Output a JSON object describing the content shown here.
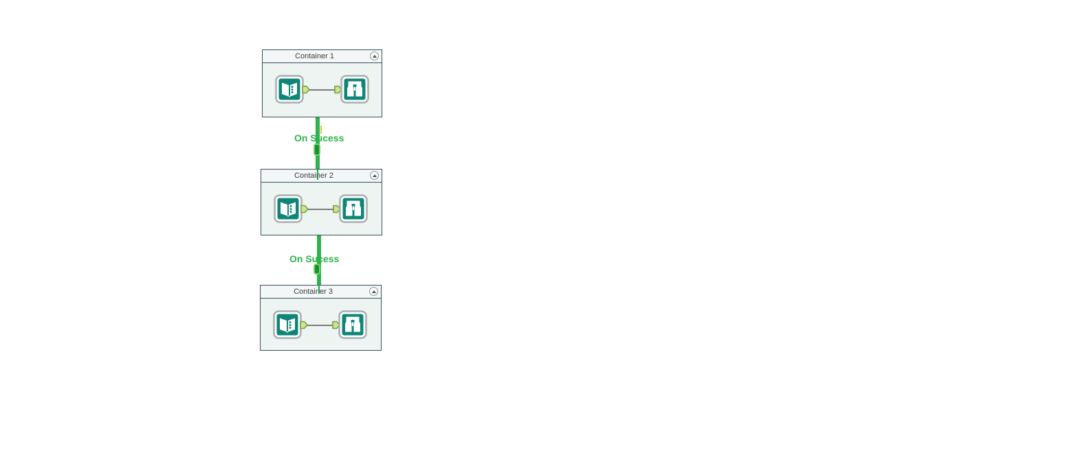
{
  "canvas": {
    "background": "#ffffff"
  },
  "containers": [
    {
      "title": "Container 1",
      "collapse_icon": "chevron-up",
      "tools": [
        {
          "name": "Input Data",
          "icon": "input-data-book-icon"
        },
        {
          "name": "Browse",
          "icon": "browse-binoculars-icon"
        }
      ]
    },
    {
      "title": "Container 2",
      "collapse_icon": "chevron-up",
      "tools": [
        {
          "name": "Input Data",
          "icon": "input-data-book-icon"
        },
        {
          "name": "Browse",
          "icon": "browse-binoculars-icon"
        }
      ]
    },
    {
      "title": "Container 3",
      "collapse_icon": "chevron-up",
      "tools": [
        {
          "name": "Input Data",
          "icon": "input-data-book-icon"
        },
        {
          "name": "Browse",
          "icon": "browse-binoculars-icon"
        }
      ]
    }
  ],
  "connections": [
    {
      "label": "On Sucess",
      "from": "Container 1",
      "to": "Container 2",
      "color": "#2eb34a"
    },
    {
      "label": "On Sucess",
      "from": "Container 2",
      "to": "Container 3",
      "color": "#2eb34a"
    }
  ],
  "colors": {
    "container_border": "#36525a",
    "header_bg": "#f4f7f7",
    "body_bg": "#eef4f2",
    "header_text": "#3a3a3a",
    "tool_teal": "#0f8577",
    "anchor_fill": "#cfe397",
    "anchor_border": "#76a03c",
    "wire_gray": "#7a7a7a",
    "event_green": "#2eb34a",
    "label_green": "#2db44b"
  }
}
